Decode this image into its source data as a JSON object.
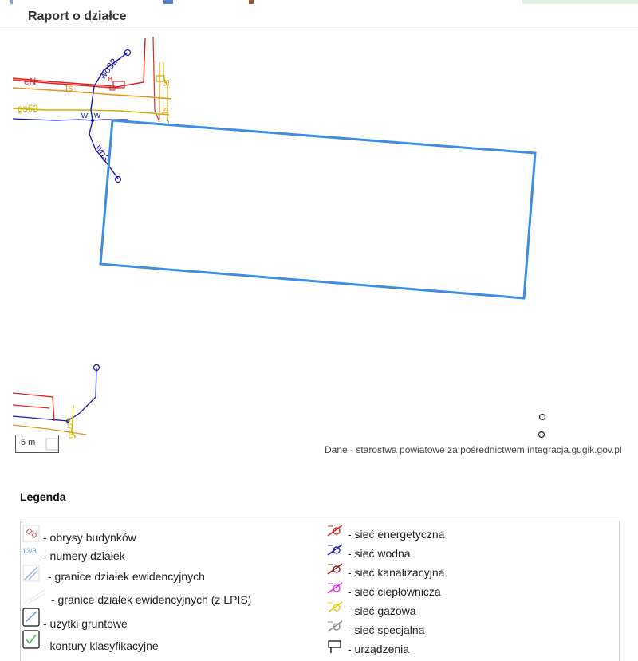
{
  "header": {
    "title": "Raport o działce"
  },
  "map": {
    "labels": {
      "en": "eN",
      "ts1": "ts",
      "wo32": "wo32",
      "gs63": "gs63",
      "w1": "w",
      "w2": "w",
      "wo3": "wo3",
      "e": "e",
      "ts_v1": "ts",
      "ts_v2": "ts",
      "gs25": "gs/25"
    },
    "scale": "5 m",
    "attribution": "Dane - starostwa powiatowe za pośrednictwem integracja.gugik.gov.pl",
    "colors": {
      "parcel": "#3d8ee0",
      "energy": "#e02020",
      "water": "#1a1aa8",
      "gas": "#c8b400",
      "heat_orange": "#e8901a"
    }
  },
  "legend": {
    "title": "Legenda",
    "left": [
      {
        "icon": "building-outline-icon",
        "label": "- obrysy budynków"
      },
      {
        "icon": "parcel-number-icon",
        "label": "- numery działek",
        "sample": "12/3"
      },
      {
        "icon": "parcel-boundary-icon",
        "label": "- granice działek ewidencyjnych"
      },
      {
        "icon": "lpis-boundary-icon",
        "label": "- granice działek ewidencyjnych (z LPIS)"
      },
      {
        "icon": "land-use-icon",
        "label": "- użytki gruntowe"
      },
      {
        "icon": "classification-contour-icon",
        "label": "- kontury klasyfikacyjne"
      }
    ],
    "right": [
      {
        "icon": "energy-network-icon",
        "label": "- sieć energetyczna",
        "color": "#e02020"
      },
      {
        "icon": "water-network-icon",
        "label": "- sieć wodna",
        "color": "#1a1ab0"
      },
      {
        "icon": "sewer-network-icon",
        "label": "- sieć kanalizacyjna",
        "color": "#8b1a1a"
      },
      {
        "icon": "heating-network-icon",
        "label": "- sieć ciepłownicza",
        "color": "#e020e0"
      },
      {
        "icon": "gas-network-icon",
        "label": "- sieć gazowa",
        "color": "#e0d000"
      },
      {
        "icon": "special-network-icon",
        "label": "- sieć specjalna",
        "color": "#888888"
      },
      {
        "icon": "device-icon",
        "label": "- urządzenia"
      }
    ]
  }
}
